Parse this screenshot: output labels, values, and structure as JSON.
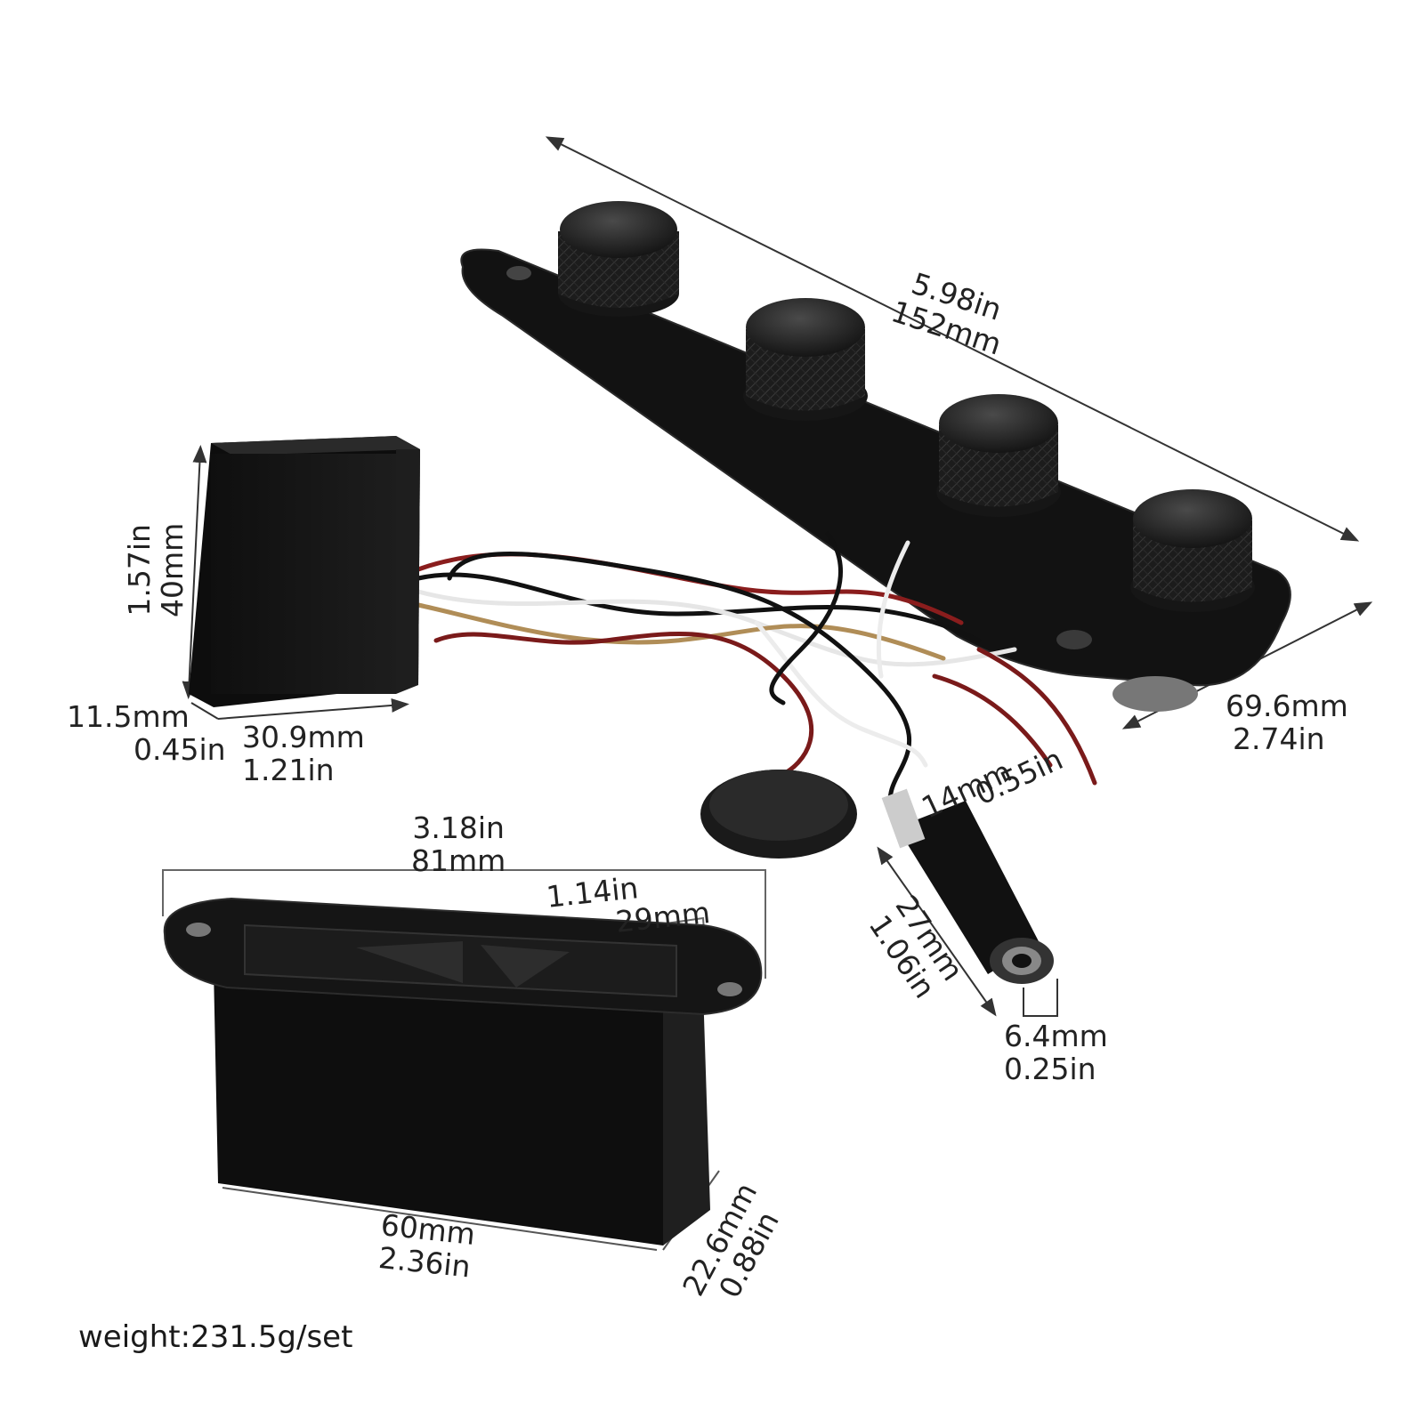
{
  "dimensions": {
    "plate_length": {
      "in": "5.98in",
      "mm": "152mm"
    },
    "plate_width": {
      "mm": "69.6mm",
      "in": "2.74in"
    },
    "preamp_height": {
      "in": "1.57in",
      "mm": "40mm"
    },
    "preamp_depth": {
      "mm": "11.5mm",
      "in": "0.45in"
    },
    "preamp_width": {
      "mm": "30.9mm",
      "in": "1.21in"
    },
    "jack_diameter": {
      "mm": "14mm",
      "in": "0.55in"
    },
    "jack_length": {
      "mm": "27mm",
      "in": "1.06in"
    },
    "jack_thread": {
      "mm": "6.4mm",
      "in": "0.25in"
    },
    "battery_box_flange_length": {
      "in": "3.18in",
      "mm": "81mm"
    },
    "battery_box_flange_width": {
      "in": "1.14in",
      "mm": "29mm"
    },
    "battery_box_length": {
      "mm": "60mm",
      "in": "2.36in"
    },
    "battery_box_depth": {
      "mm": "22.6mm",
      "in": "0.88in"
    }
  },
  "weight": "weight:231.5g/set",
  "colors": {
    "product": "#141414",
    "background": "#ffffff",
    "wire_red": "#8a1d1d",
    "wire_white": "#e8e8e8"
  }
}
